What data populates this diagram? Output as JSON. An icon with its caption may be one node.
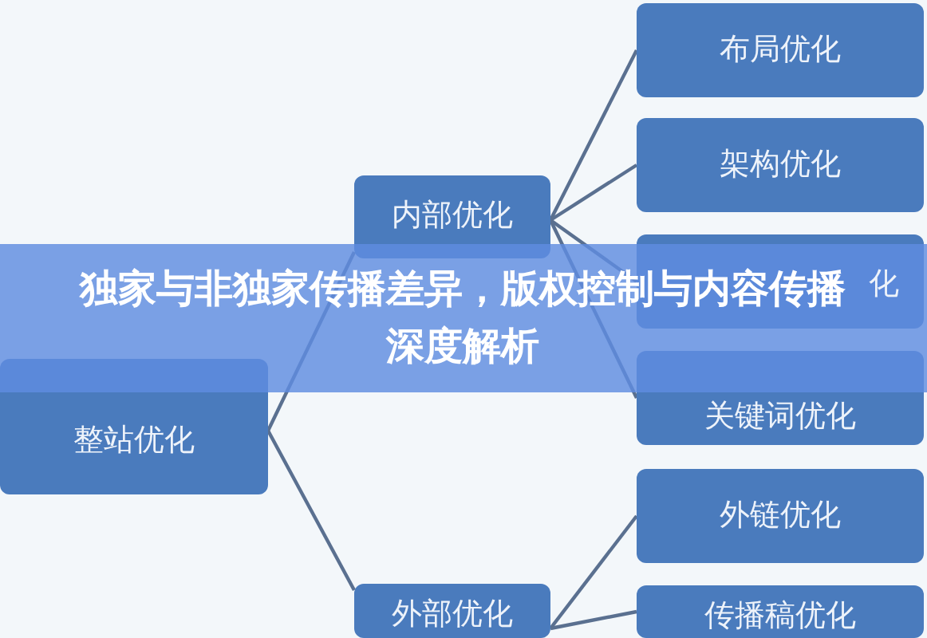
{
  "diagram": {
    "title": "独家与非独家传播差异，版权控制与内容传播深度解析",
    "nodes": [
      {
        "text": [
          "整站优化"
        ]
      },
      {
        "text": [
          "内部优化"
        ]
      },
      {
        "text": [
          "外部优化"
        ]
      },
      {
        "text": [
          "布局优化"
        ]
      },
      {
        "text": [
          "架构优化"
        ]
      },
      {
        "text": [
          "化"
        ]
      },
      {
        "text": [
          "关键词优化"
        ]
      },
      {
        "text": [
          "外链优化"
        ]
      },
      {
        "text": [
          "传播稿优化"
        ]
      }
    ],
    "edges": [
      {
        "from": 0,
        "to": 1,
        "arrow": "none"
      },
      {
        "from": 0,
        "to": 2,
        "arrow": "none"
      },
      {
        "from": 1,
        "to": 3,
        "arrow": "none"
      },
      {
        "from": 1,
        "to": 4,
        "arrow": "none"
      },
      {
        "from": 1,
        "to": 5,
        "arrow": "none"
      },
      {
        "from": 1,
        "to": 6,
        "arrow": "none"
      },
      {
        "from": 2,
        "to": 7,
        "arrow": "none"
      },
      {
        "from": 2,
        "to": 8,
        "arrow": "none"
      }
    ]
  }
}
